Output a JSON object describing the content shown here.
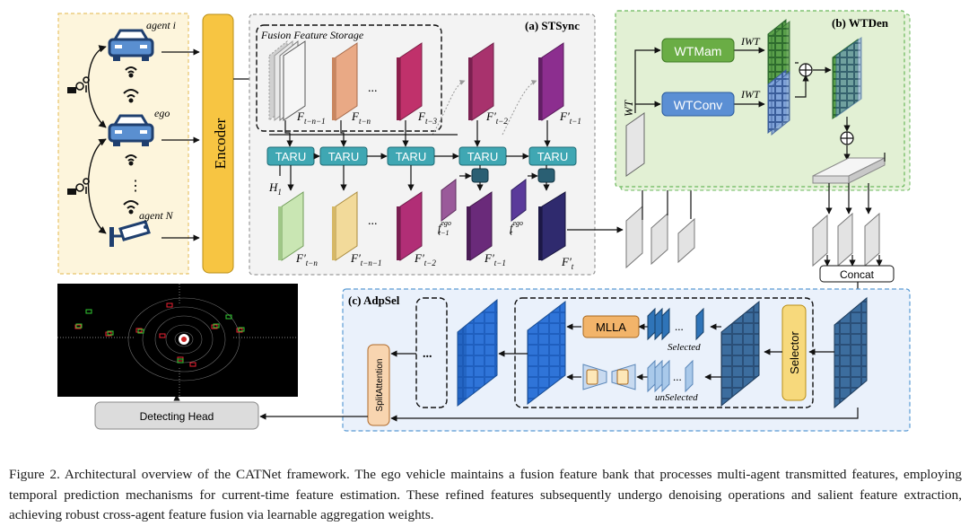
{
  "agents": {
    "agent_i": "agent i",
    "ego": "ego",
    "dots": "⋮",
    "agent_n": "agent N"
  },
  "encoder": "Encoder",
  "stsync": {
    "title": "(a) STSync",
    "storage_title": "Fusion Feature Storage",
    "f_tn1": "F",
    "f_tn1_sub": "t−n−1",
    "f_tn": "F",
    "f_tn_sub": "t−n",
    "f_t3": "F",
    "f_t3_sub": "t−3",
    "f_t2p": "F′",
    "f_t2p_sub": "t−2",
    "f_t1p": "F′",
    "f_t1p_sub": "t−1",
    "taru": "TARU",
    "h1": "H",
    "h1_sub": "1",
    "ellipsis": "...",
    "o_tn": "F′",
    "o_tn_sub": "t−n",
    "o_tn1": "F′",
    "o_tn1_sub": "t−n−1",
    "o_t2": "F′",
    "o_t2_sub": "t−2",
    "o_t1": "F′",
    "o_t1_sub": "t−1",
    "o_t": "F′",
    "o_t_sub": "t",
    "fego1": "f",
    "fego1_sup": "ego",
    "fego1_sub": "t−1",
    "fego": "f",
    "fego_sup": "ego",
    "fego_sub": "t"
  },
  "wtden": {
    "title": "(b) WTDen",
    "wtmam": "WTMam",
    "wtconv": "WTConv",
    "iwt": "IWT",
    "wt": "WT",
    "concat": "Concat"
  },
  "adpsel": {
    "title": "(c) AdpSel",
    "mlla": "MLLA",
    "selected": "Selected",
    "unselected": "unSelected",
    "selector": "Selector",
    "split": "SplitAttention",
    "ellipsis": "..."
  },
  "detecting_head": "Detecting Head",
  "caption": "Figure 2.  Architectural overview of the CATNet framework. The ego vehicle maintains a fusion feature bank that processes multi-agent transmitted features, employing temporal prediction mechanisms for current-time feature estimation. These refined features subsequently undergo denoising operations and salient feature extraction, achieving robust cross-agent feature fusion via learnable aggregation weights.",
  "colors": {
    "agent_panel": "#fdf5dc",
    "encoder": "#f7c542",
    "stsync_panel": "#f3f3f3",
    "wtden_panel": "#e2f0d4",
    "adpsel_panel": "#eaf1fb",
    "taru": "#3fa7b3",
    "wtmam": "#6aad45",
    "wtconv": "#5b8fd4",
    "mlla": "#f2b46a",
    "selector": "#f7d97c",
    "split": "#f8d5b0"
  }
}
